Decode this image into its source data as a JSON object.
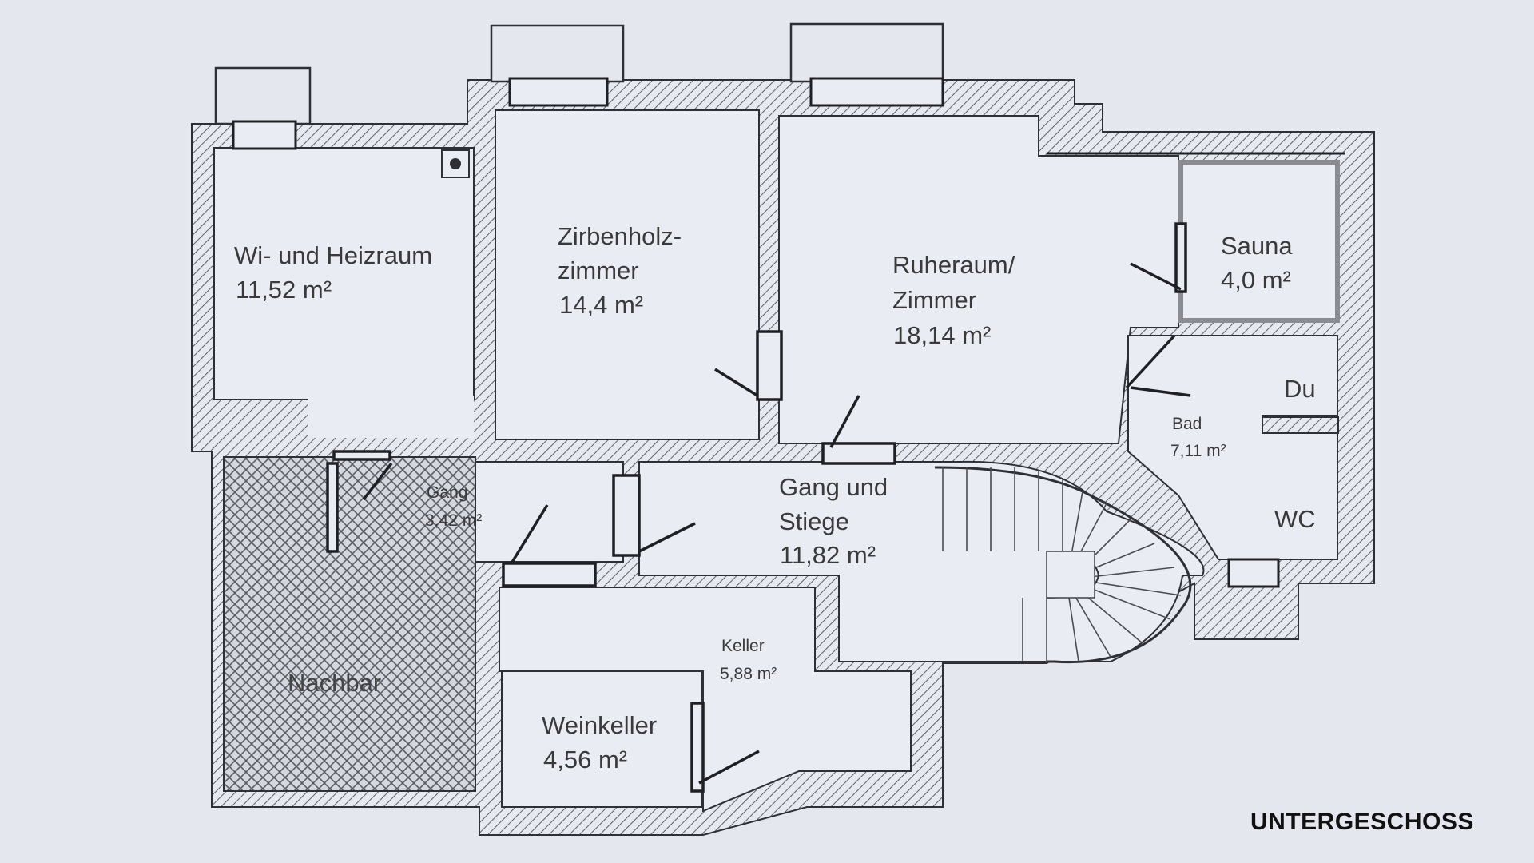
{
  "rooms": {
    "wi_heiz": {
      "name": "Wi- und Heizraum",
      "area": "11,52 m²"
    },
    "zirben": {
      "name_line1": "Zirbenholz-",
      "name_line2": "zimmer",
      "area": "14,4 m²"
    },
    "ruhe": {
      "name_line1": "Ruheraum/",
      "name_line2": "Zimmer",
      "area": "18,14 m²"
    },
    "sauna": {
      "name": "Sauna",
      "area": "4,0 m²"
    },
    "du": {
      "name": "Du"
    },
    "bad": {
      "name": "Bad",
      "area": "7,11 m²"
    },
    "wc": {
      "name": "WC"
    },
    "gang": {
      "name": "Gang",
      "area": "3,42 m²"
    },
    "gang_stiege": {
      "name_line1": "Gang und",
      "name_line2": "Stiege",
      "area": "11,82 m²"
    },
    "keller": {
      "name": "Keller",
      "area": "5,88 m²"
    },
    "weinkeller": {
      "name": "Weinkeller",
      "area": "4,56 m²"
    },
    "nachbar": {
      "name": "Nachbar"
    }
  },
  "caption": "UNTERGESCHOSS",
  "colors": {
    "background": "#e4e7ee",
    "wall_hatch": "#6a6d74",
    "line": "#2e3036",
    "floor": "#e9ecf2"
  }
}
